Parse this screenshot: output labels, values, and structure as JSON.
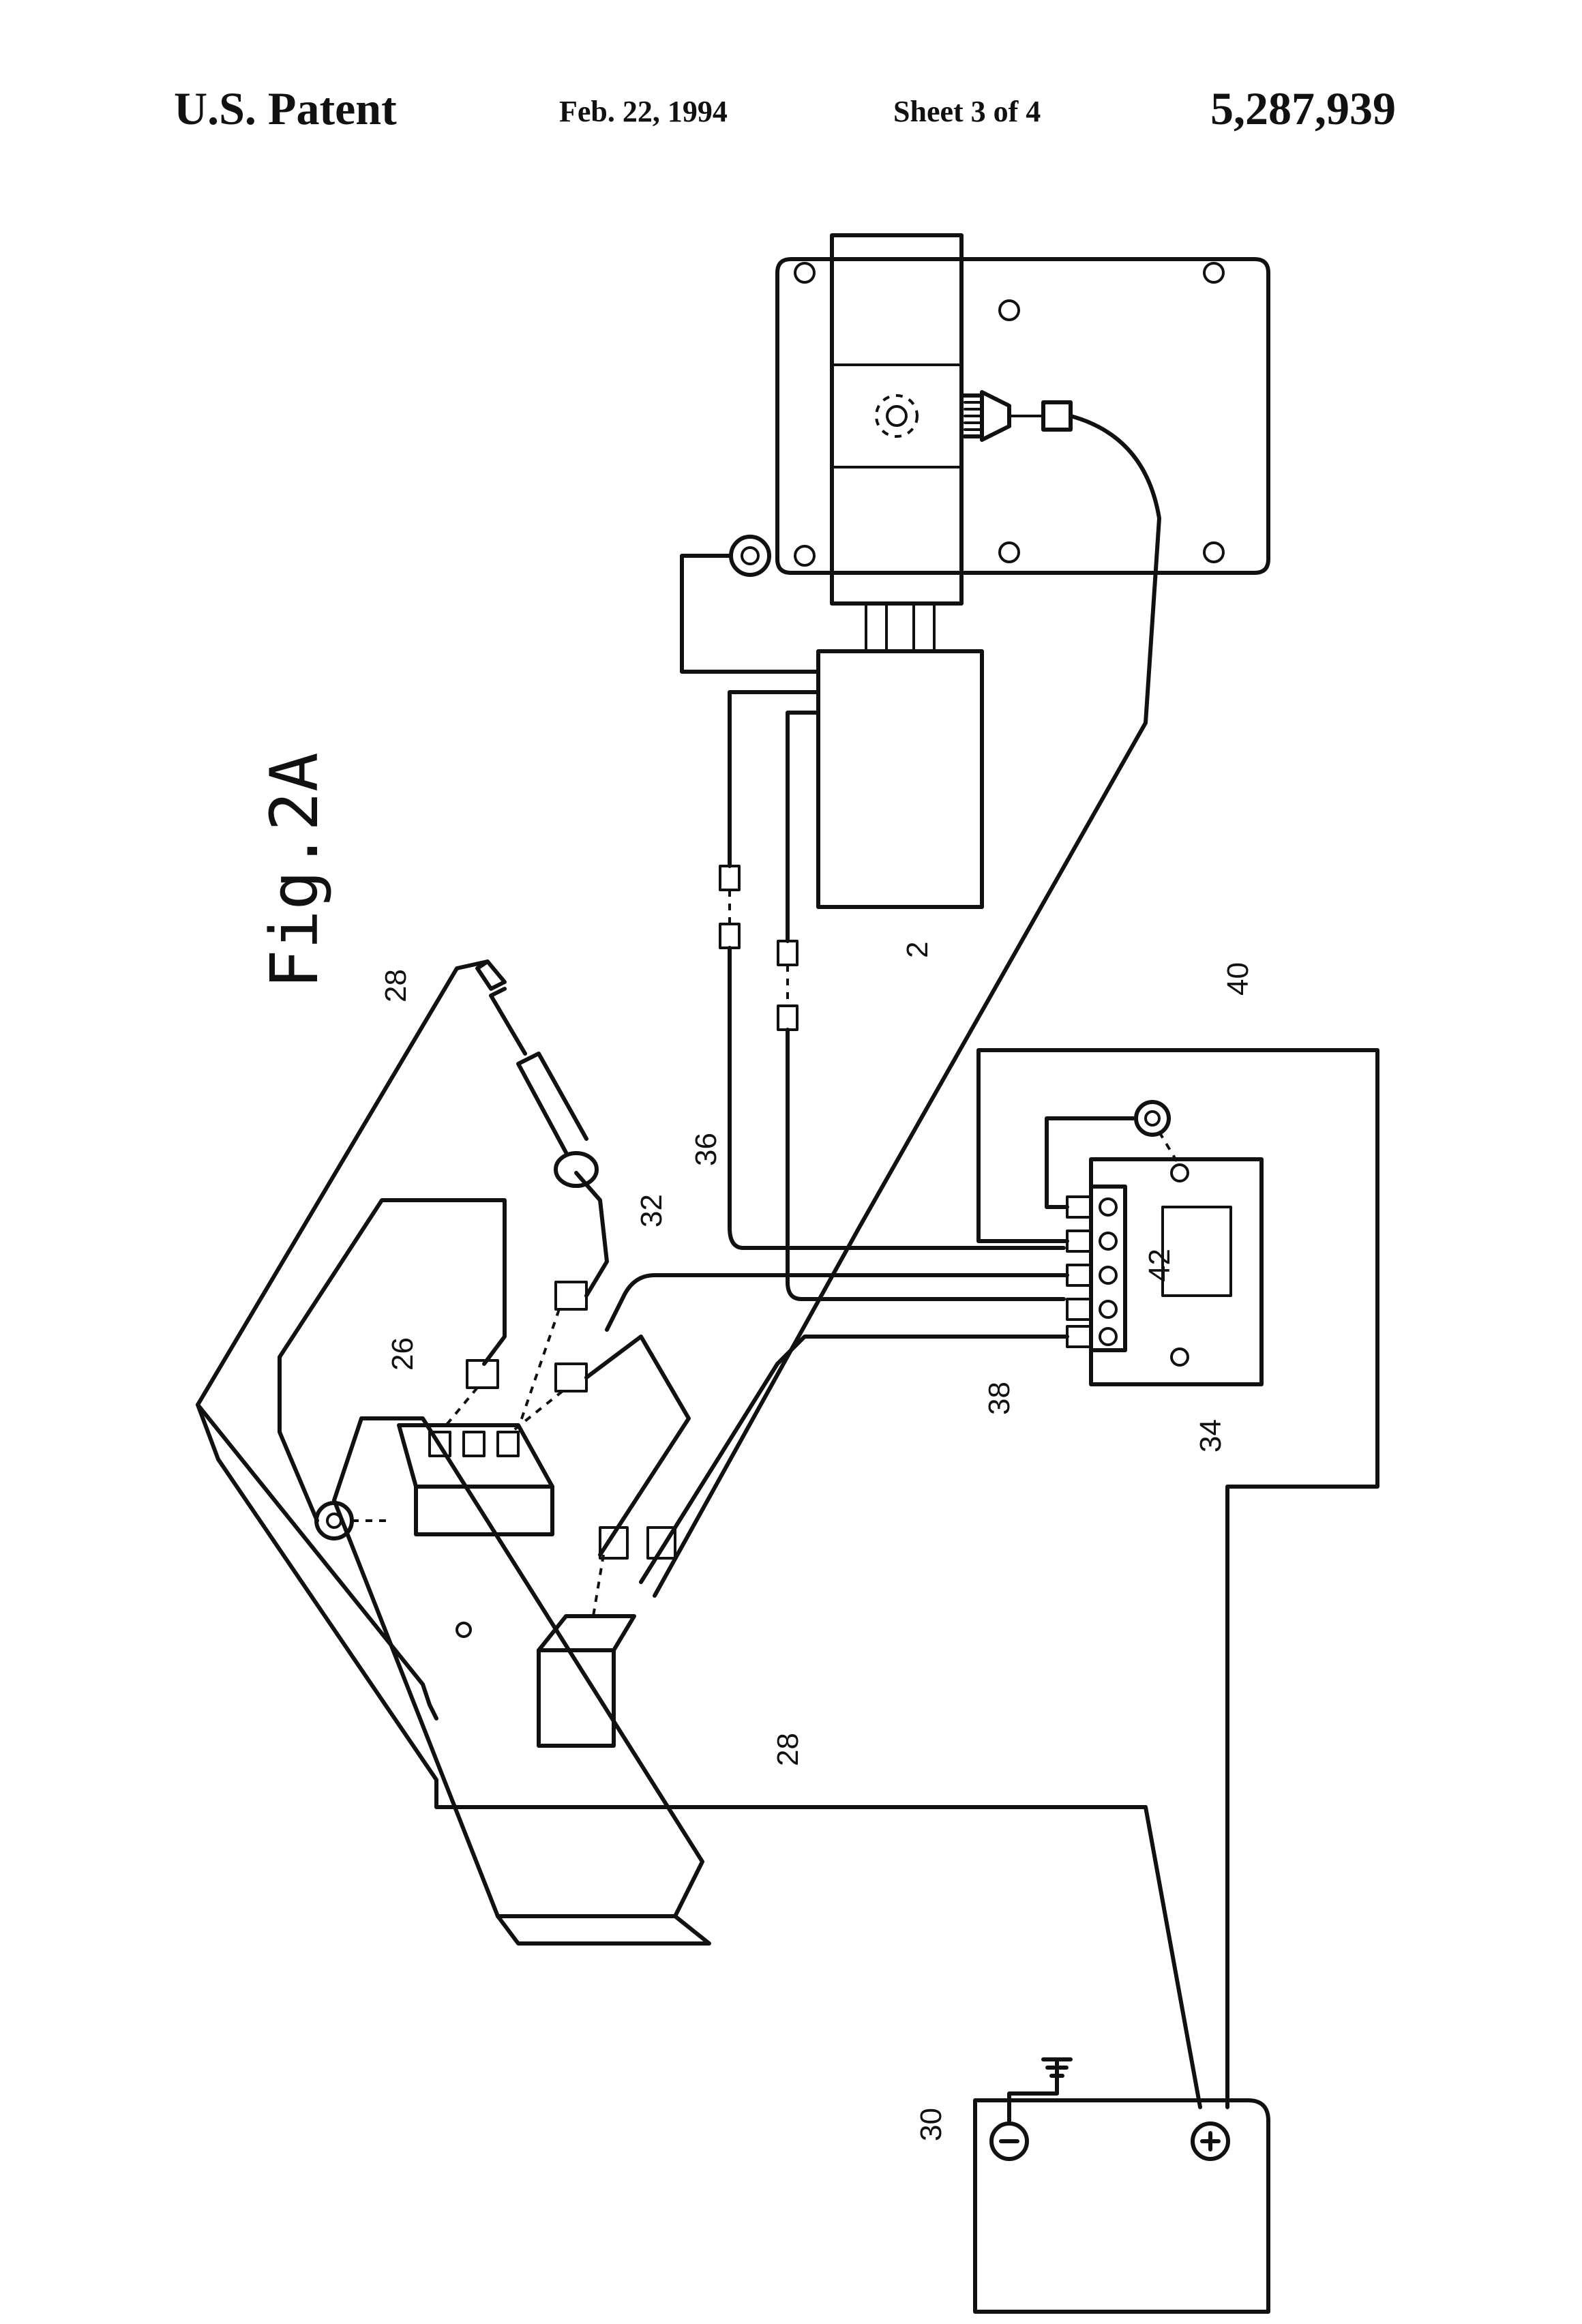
{
  "header": {
    "patent": "U.S. Patent",
    "date": "Feb. 22, 1994",
    "sheet": "Sheet 3 of 4",
    "number": "5,287,939"
  },
  "figure": {
    "title": "Fig.2A",
    "labels": {
      "ref_2": "2",
      "ref_26": "26",
      "ref_28_top": "28",
      "ref_28_bottom": "28",
      "ref_30": "30",
      "ref_32": "32",
      "ref_34": "34",
      "ref_36": "36",
      "ref_38": "38",
      "ref_40": "40",
      "ref_42": "42"
    },
    "battery_symbols": {
      "negative": "−",
      "positive": "+"
    }
  }
}
